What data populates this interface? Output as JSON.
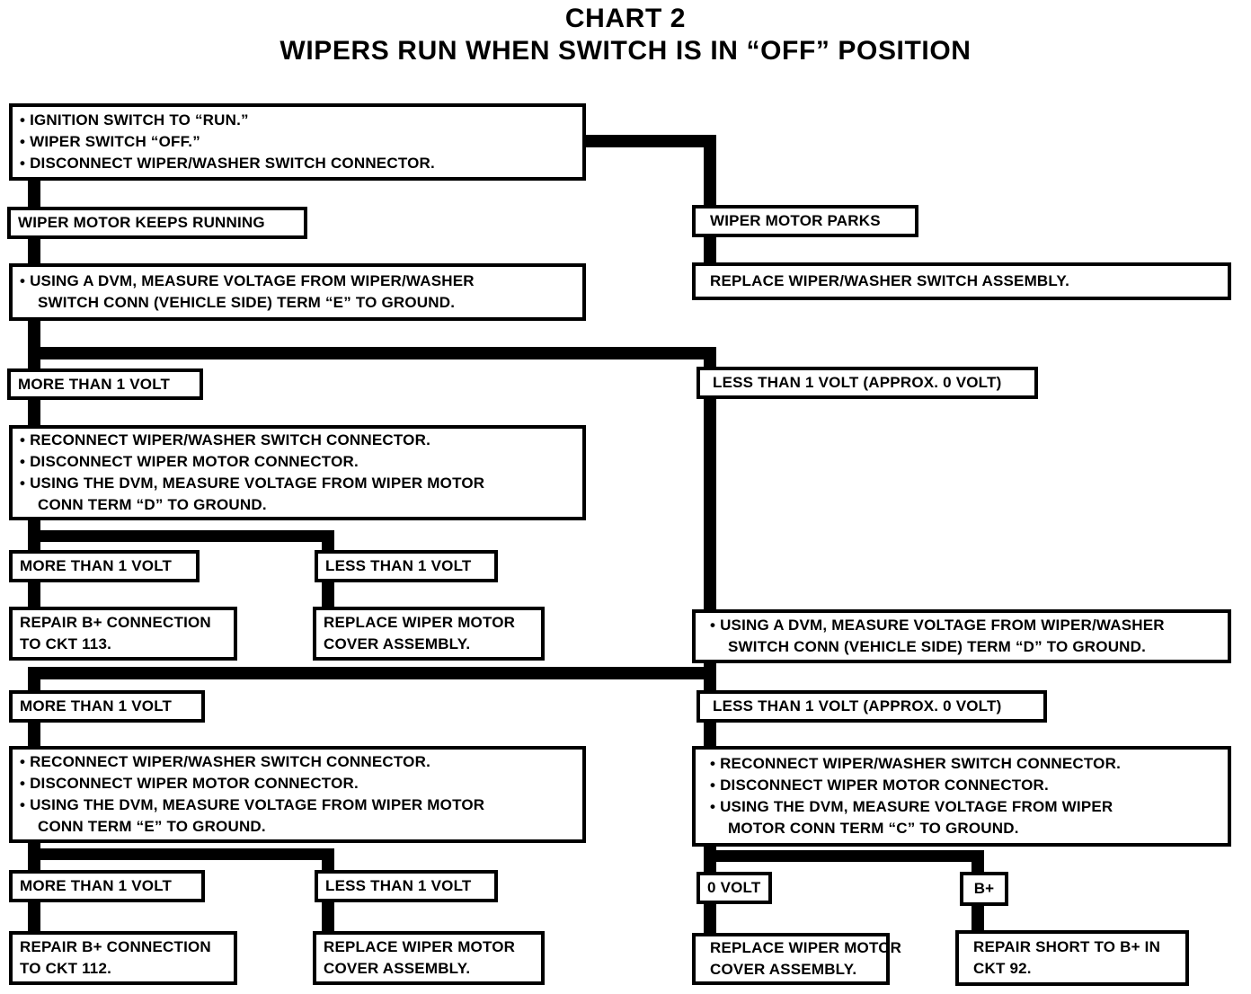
{
  "title": {
    "line1": "CHART 2",
    "line2": "WIPERS RUN WHEN SWITCH IS IN “OFF” POSITION"
  },
  "colors": {
    "ink": "#000000",
    "paper": "#ffffff"
  },
  "nodes": {
    "initial": {
      "lines": [
        "IGNITION SWITCH TO “RUN.”",
        "WIPER SWITCH “OFF.”",
        "DISCONNECT WIPER/WASHER SWITCH CONNECTOR."
      ]
    },
    "keeps_running": {
      "label": "WIPER MOTOR KEEPS RUNNING"
    },
    "parks": {
      "label": "WIPER MOTOR PARKS"
    },
    "replace_switch_assembly": {
      "label": "REPLACE WIPER/WASHER SWITCH ASSEMBLY."
    },
    "measure_term_e": {
      "lines": [
        "USING A DVM, MEASURE VOLTAGE FROM WIPER/WASHER",
        "SWITCH CONN (VEHICLE SIDE) TERM “E” TO GROUND."
      ]
    },
    "more_1": {
      "label": "MORE THAN 1 VOLT"
    },
    "less_approx_1": {
      "label": "LESS THAN 1 VOLT (APPROX. 0 VOLT)"
    },
    "check_motor_d": {
      "lines": [
        "RECONNECT WIPER/WASHER SWITCH CONNECTOR.",
        "DISCONNECT WIPER MOTOR CONNECTOR.",
        "USING THE DVM, MEASURE VOLTAGE FROM WIPER MOTOR",
        "CONN TERM “D” TO GROUND."
      ]
    },
    "more_2": {
      "label": "MORE THAN 1 VOLT"
    },
    "less_2": {
      "label": "LESS THAN 1 VOLT"
    },
    "repair_113": {
      "lines": [
        "REPAIR B+ CONNECTION",
        "TO CKT 113."
      ]
    },
    "cover_1": {
      "lines": [
        "REPLACE WIPER MOTOR",
        "COVER ASSEMBLY."
      ]
    },
    "measure_term_d": {
      "lines": [
        "USING A DVM, MEASURE VOLTAGE FROM WIPER/WASHER",
        "SWITCH CONN (VEHICLE SIDE) TERM “D” TO GROUND."
      ]
    },
    "more_3": {
      "label": "MORE THAN 1 VOLT"
    },
    "less_approx_2": {
      "label": "LESS THAN 1 VOLT (APPROX. 0 VOLT)"
    },
    "check_motor_e": {
      "lines": [
        "RECONNECT WIPER/WASHER SWITCH CONNECTOR.",
        "DISCONNECT WIPER MOTOR CONNECTOR.",
        "USING THE DVM, MEASURE VOLTAGE FROM WIPER MOTOR",
        "CONN TERM “E” TO GROUND."
      ]
    },
    "check_motor_c": {
      "lines": [
        "RECONNECT WIPER/WASHER SWITCH CONNECTOR.",
        "DISCONNECT WIPER MOTOR CONNECTOR.",
        "USING THE DVM, MEASURE VOLTAGE FROM WIPER",
        "MOTOR CONN TERM “C” TO GROUND."
      ]
    },
    "more_4": {
      "label": "MORE THAN 1 VOLT"
    },
    "less_4": {
      "label": "LESS THAN 1 VOLT"
    },
    "repair_112": {
      "lines": [
        "REPAIR B+ CONNECTION",
        "TO CKT 112."
      ]
    },
    "cover_2": {
      "lines": [
        "REPLACE WIPER MOTOR",
        "COVER ASSEMBLY."
      ]
    },
    "zero_volt": {
      "label": "0 VOLT"
    },
    "b_plus": {
      "label": "B+"
    },
    "cover_3": {
      "lines": [
        "REPLACE WIPER MOTOR",
        "COVER ASSEMBLY."
      ]
    },
    "repair_92": {
      "lines": [
        "REPAIR SHORT TO B+ IN",
        "CKT 92."
      ]
    }
  }
}
